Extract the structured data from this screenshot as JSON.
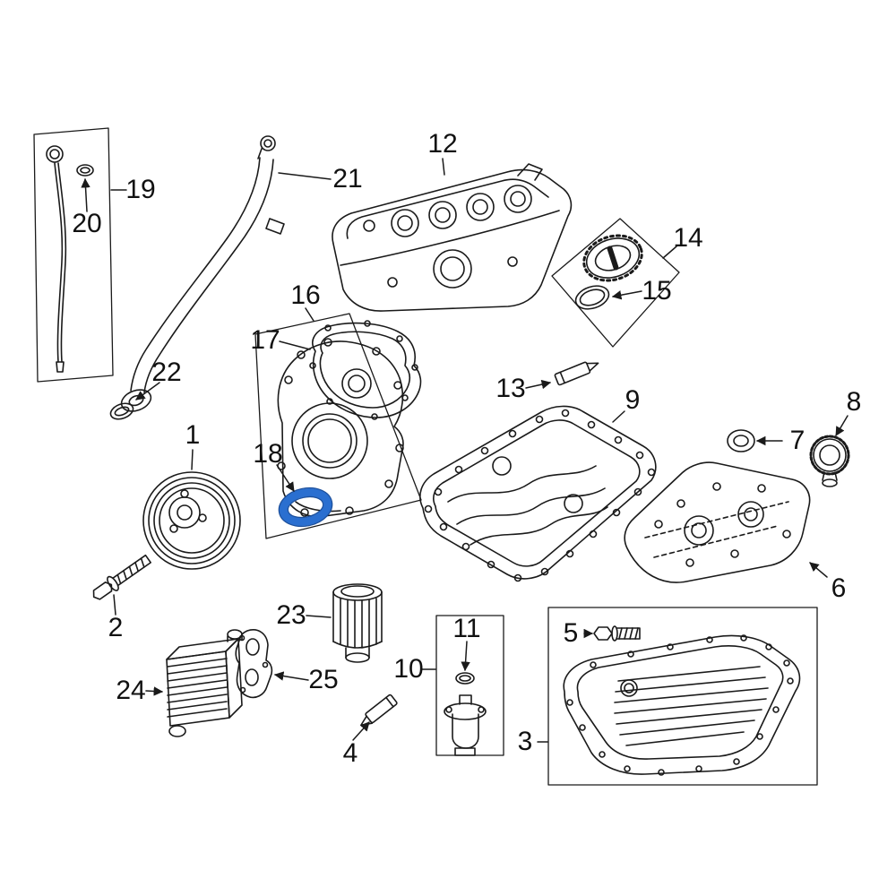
{
  "diagram": {
    "background": "#ffffff",
    "line_color": "#1a1a1a",
    "highlight": {
      "part_number": "18",
      "color": "#2a6fd0"
    },
    "parts": [
      {
        "number": "1"
      },
      {
        "number": "2"
      },
      {
        "number": "3"
      },
      {
        "number": "4"
      },
      {
        "number": "5"
      },
      {
        "number": "6"
      },
      {
        "number": "7"
      },
      {
        "number": "8"
      },
      {
        "number": "9"
      },
      {
        "number": "10"
      },
      {
        "number": "11"
      },
      {
        "number": "12"
      },
      {
        "number": "13"
      },
      {
        "number": "14"
      },
      {
        "number": "15"
      },
      {
        "number": "16"
      },
      {
        "number": "17"
      },
      {
        "number": "18"
      },
      {
        "number": "19"
      },
      {
        "number": "20"
      },
      {
        "number": "21"
      },
      {
        "number": "22"
      },
      {
        "number": "23"
      },
      {
        "number": "24"
      },
      {
        "number": "25"
      }
    ]
  }
}
